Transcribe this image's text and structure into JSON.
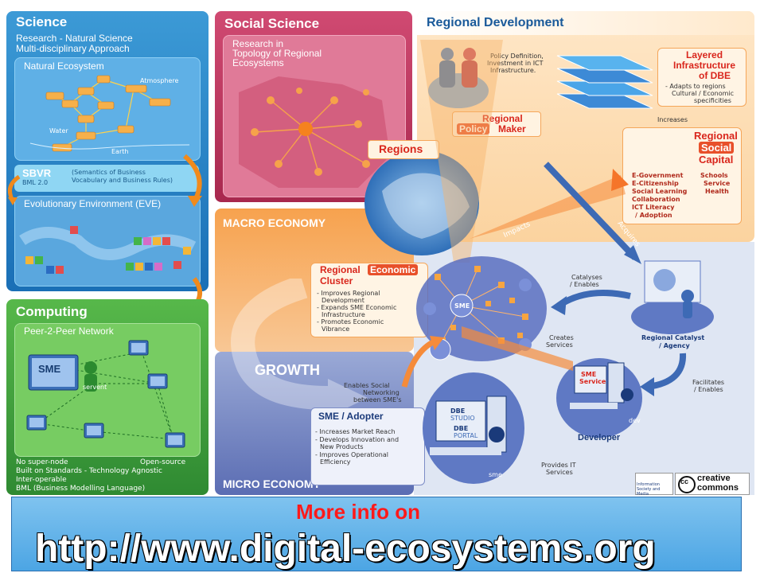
{
  "science": {
    "title": "Science",
    "subtitle_1": "Research - Natural Science",
    "subtitle_2": "Multi-disciplinary Approach",
    "natural_ecosystem": {
      "title": "Natural Ecosystem",
      "atmosphere": "Atmosphere",
      "water": "Water",
      "earth": "Earth"
    },
    "sbvr": {
      "title": "SBVR",
      "version": "BML 2.0",
      "desc_1": "(Semantics of Business",
      "desc_2": "Vocabulary and Business Rules)"
    },
    "eve": {
      "title": "Evolutionary Environment (EVE)"
    }
  },
  "computing": {
    "title": "Computing",
    "p2p_title": "Peer-2-Peer Network",
    "sme": "SME",
    "servent": "servent",
    "footer_1a": "No super-node",
    "footer_1b": "Open-source",
    "footer_2": "Built on Standards - Technology Agnostic",
    "footer_3": "Inter-operable",
    "footer_4": "BML (Business Modelling Language)"
  },
  "social_science": {
    "title": "Social Science",
    "subtitle_1": "Research in",
    "subtitle_2": "Topology of Regional",
    "subtitle_3": "Ecosystems"
  },
  "regional_dev": {
    "title": "Regional Development",
    "policy_note_1": "Policy Definition,",
    "policy_note_2": "Investment in ICT",
    "policy_note_3": "Infrastructure.",
    "layered_1": "Layered",
    "layered_2": "Infrastructure",
    "layered_3": "of DBE",
    "layered_note_1": "- Adapts to regions",
    "layered_note_2": "Cultural / Economic",
    "layered_note_3": "specificities",
    "increases": "Increases",
    "policy_maker_1": "Regional",
    "policy_maker_2a": "Policy",
    "policy_maker_2b": "Maker",
    "regions": "Regions",
    "social_capital_1": "Regional",
    "social_capital_2": "Social",
    "social_capital_3": "Capital",
    "sc_items": [
      "E-Government",
      "Schools",
      "E-Citizenship",
      "Service",
      "Social Learning",
      "Health",
      "Collaboration",
      "ICT Literacy",
      "/ Adoption"
    ],
    "impacts": "Impacts",
    "acquires": "Acquires"
  },
  "macro": {
    "title": "MACRO ECONOMY",
    "growth": "GROWTH",
    "micro": "MICRO ECONOMY",
    "cluster_1": "Regional",
    "cluster_2": "Economic",
    "cluster_3": "Cluster",
    "cluster_items": [
      "- Improves Regional",
      "Development",
      "- Expands SME Economic",
      "Infrastructure",
      "- Promotes Economic",
      "Vibrance"
    ],
    "sme_label": "SME",
    "catalyses_1": "Catalyses",
    "catalyses_2": "/ Enables",
    "catalyst_1": "Regional Catalyst",
    "catalyst_2": "/ Agency",
    "creates_1": "Creates",
    "creates_2": "Services",
    "facilitates_1": "Facilitates",
    "facilitates_2": "/ Enables",
    "enables_1": "Enables Social",
    "enables_2": "Networking",
    "enables_3": "between SME's",
    "sme_adopter": "SME / Adopter",
    "adopter_items": [
      "- Increases Market Reach",
      "- Develops Innovation and",
      "New Products",
      "- Improves Operational",
      "Efficiency"
    ],
    "dbe_studio_a": "DBE",
    "dbe_studio_b": "STUDIO",
    "dbe_portal_a": "DBE",
    "dbe_portal_b": "PORTAL",
    "sme_tag": "sme",
    "developer": "Developer",
    "dev_tag": "dev",
    "sme_service_1": "SME",
    "sme_service_2": "Service",
    "provides_1": "Provides IT",
    "provides_2": "Services",
    "ist_logo_text": "Information Society and Media",
    "cc_logo_1": "creative",
    "cc_logo_2": "commons",
    "cc_mark": "cc"
  },
  "banner": {
    "line1": "More info on",
    "url": "http://www.digital-ecosystems.org"
  }
}
